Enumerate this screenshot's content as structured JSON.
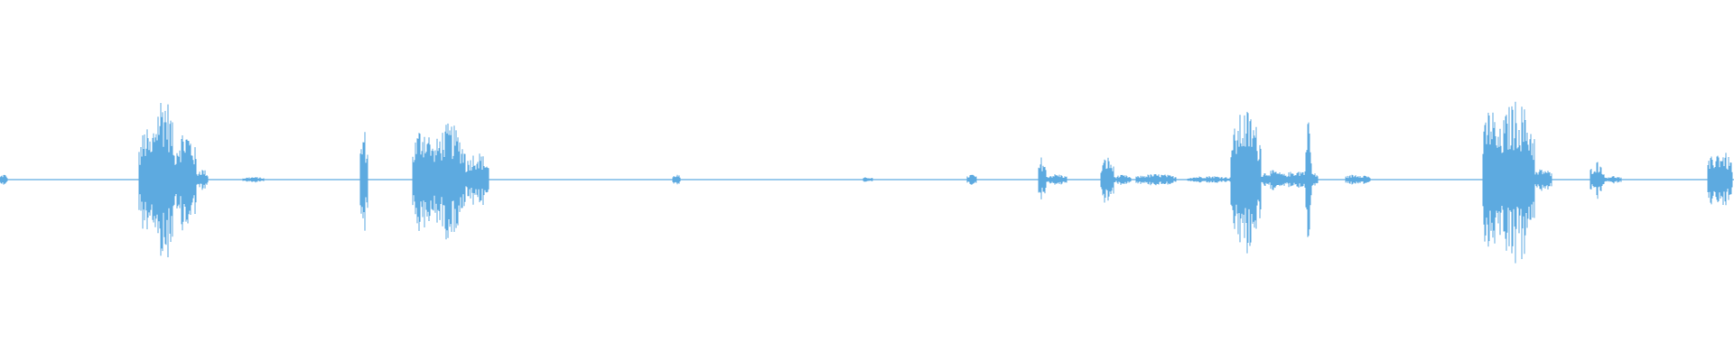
{
  "waveform": {
    "color": "#5DAAE0",
    "baseline_color": "#5DAAE0",
    "background": "#FFFFFF",
    "description_free": true,
    "segments": [
      {
        "start": 0.0,
        "end": 0.004,
        "amp": 0.06
      },
      {
        "start": 0.08,
        "end": 0.088,
        "amp": 0.55
      },
      {
        "start": 0.088,
        "end": 0.1,
        "amp": 0.95
      },
      {
        "start": 0.1,
        "end": 0.113,
        "amp": 0.55
      },
      {
        "start": 0.113,
        "end": 0.12,
        "amp": 0.12
      },
      {
        "start": 0.14,
        "end": 0.152,
        "amp": 0.03
      },
      {
        "start": 0.208,
        "end": 0.212,
        "amp": 0.55
      },
      {
        "start": 0.238,
        "end": 0.25,
        "amp": 0.6
      },
      {
        "start": 0.25,
        "end": 0.268,
        "amp": 0.6
      },
      {
        "start": 0.268,
        "end": 0.282,
        "amp": 0.3
      },
      {
        "start": 0.388,
        "end": 0.392,
        "amp": 0.06
      },
      {
        "start": 0.498,
        "end": 0.503,
        "amp": 0.03
      },
      {
        "start": 0.558,
        "end": 0.563,
        "amp": 0.06
      },
      {
        "start": 0.599,
        "end": 0.603,
        "amp": 0.25
      },
      {
        "start": 0.603,
        "end": 0.615,
        "amp": 0.06
      },
      {
        "start": 0.635,
        "end": 0.642,
        "amp": 0.25
      },
      {
        "start": 0.642,
        "end": 0.652,
        "amp": 0.05
      },
      {
        "start": 0.655,
        "end": 0.678,
        "amp": 0.06
      },
      {
        "start": 0.685,
        "end": 0.71,
        "amp": 0.04
      },
      {
        "start": 0.71,
        "end": 0.727,
        "amp": 0.75
      },
      {
        "start": 0.727,
        "end": 0.74,
        "amp": 0.1
      },
      {
        "start": 0.74,
        "end": 0.76,
        "amp": 0.1
      },
      {
        "start": 0.753,
        "end": 0.756,
        "amp": 0.7
      },
      {
        "start": 0.776,
        "end": 0.79,
        "amp": 0.06
      },
      {
        "start": 0.855,
        "end": 0.864,
        "amp": 0.8
      },
      {
        "start": 0.864,
        "end": 0.885,
        "amp": 0.85
      },
      {
        "start": 0.885,
        "end": 0.895,
        "amp": 0.12
      },
      {
        "start": 0.917,
        "end": 0.925,
        "amp": 0.2
      },
      {
        "start": 0.925,
        "end": 0.935,
        "amp": 0.04
      },
      {
        "start": 0.985,
        "end": 0.999,
        "amp": 0.32
      }
    ]
  }
}
